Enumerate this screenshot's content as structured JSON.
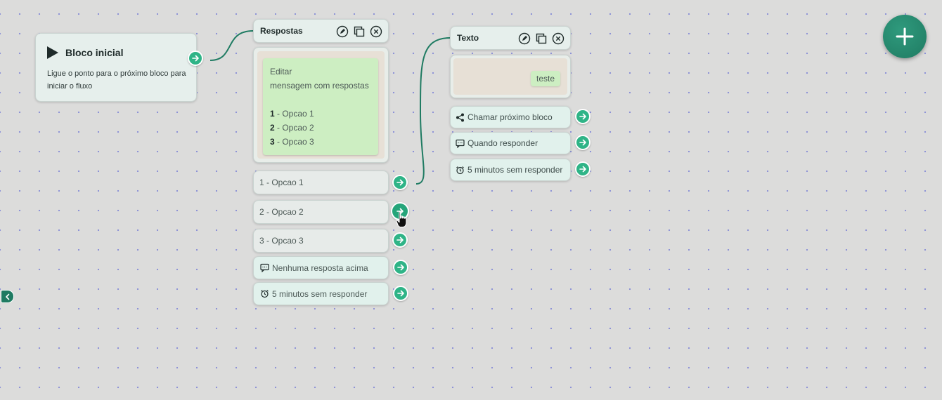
{
  "colors": {
    "accent": "#2fb487",
    "fab": "#1f7b62",
    "bubble": "#cdeec2",
    "canvas": "#dcdcdb"
  },
  "start_block": {
    "title": "Bloco inicial",
    "description": "Ligue o ponto para o próximo bloco para iniciar o fluxo",
    "icon": "play-icon"
  },
  "responses_block": {
    "title": "Respostas",
    "message_line1": "Editar",
    "message_line2": "mensagem com respostas",
    "options_preview": [
      {
        "num": "1",
        "text": " - Opcao 1"
      },
      {
        "num": "2",
        "text": " - Opcao 2"
      },
      {
        "num": "3",
        "text": " - Opcao 3"
      }
    ],
    "outputs": [
      {
        "label": "1 - Opcao 1"
      },
      {
        "label": "2 - Opcao 2"
      },
      {
        "label": "3 - Opcao 3"
      },
      {
        "label": "Nenhuma resposta acima",
        "icon": "chat-icon"
      },
      {
        "label": "5 minutos sem responder",
        "icon": "alarm-icon"
      }
    ]
  },
  "text_block": {
    "title": "Texto",
    "message": "teste",
    "outputs": [
      {
        "label": "Chamar próximo bloco",
        "icon": "share-icon"
      },
      {
        "label": "Quando responder",
        "icon": "chat-icon"
      },
      {
        "label": "5 minutos sem responder",
        "icon": "alarm-icon"
      }
    ]
  }
}
